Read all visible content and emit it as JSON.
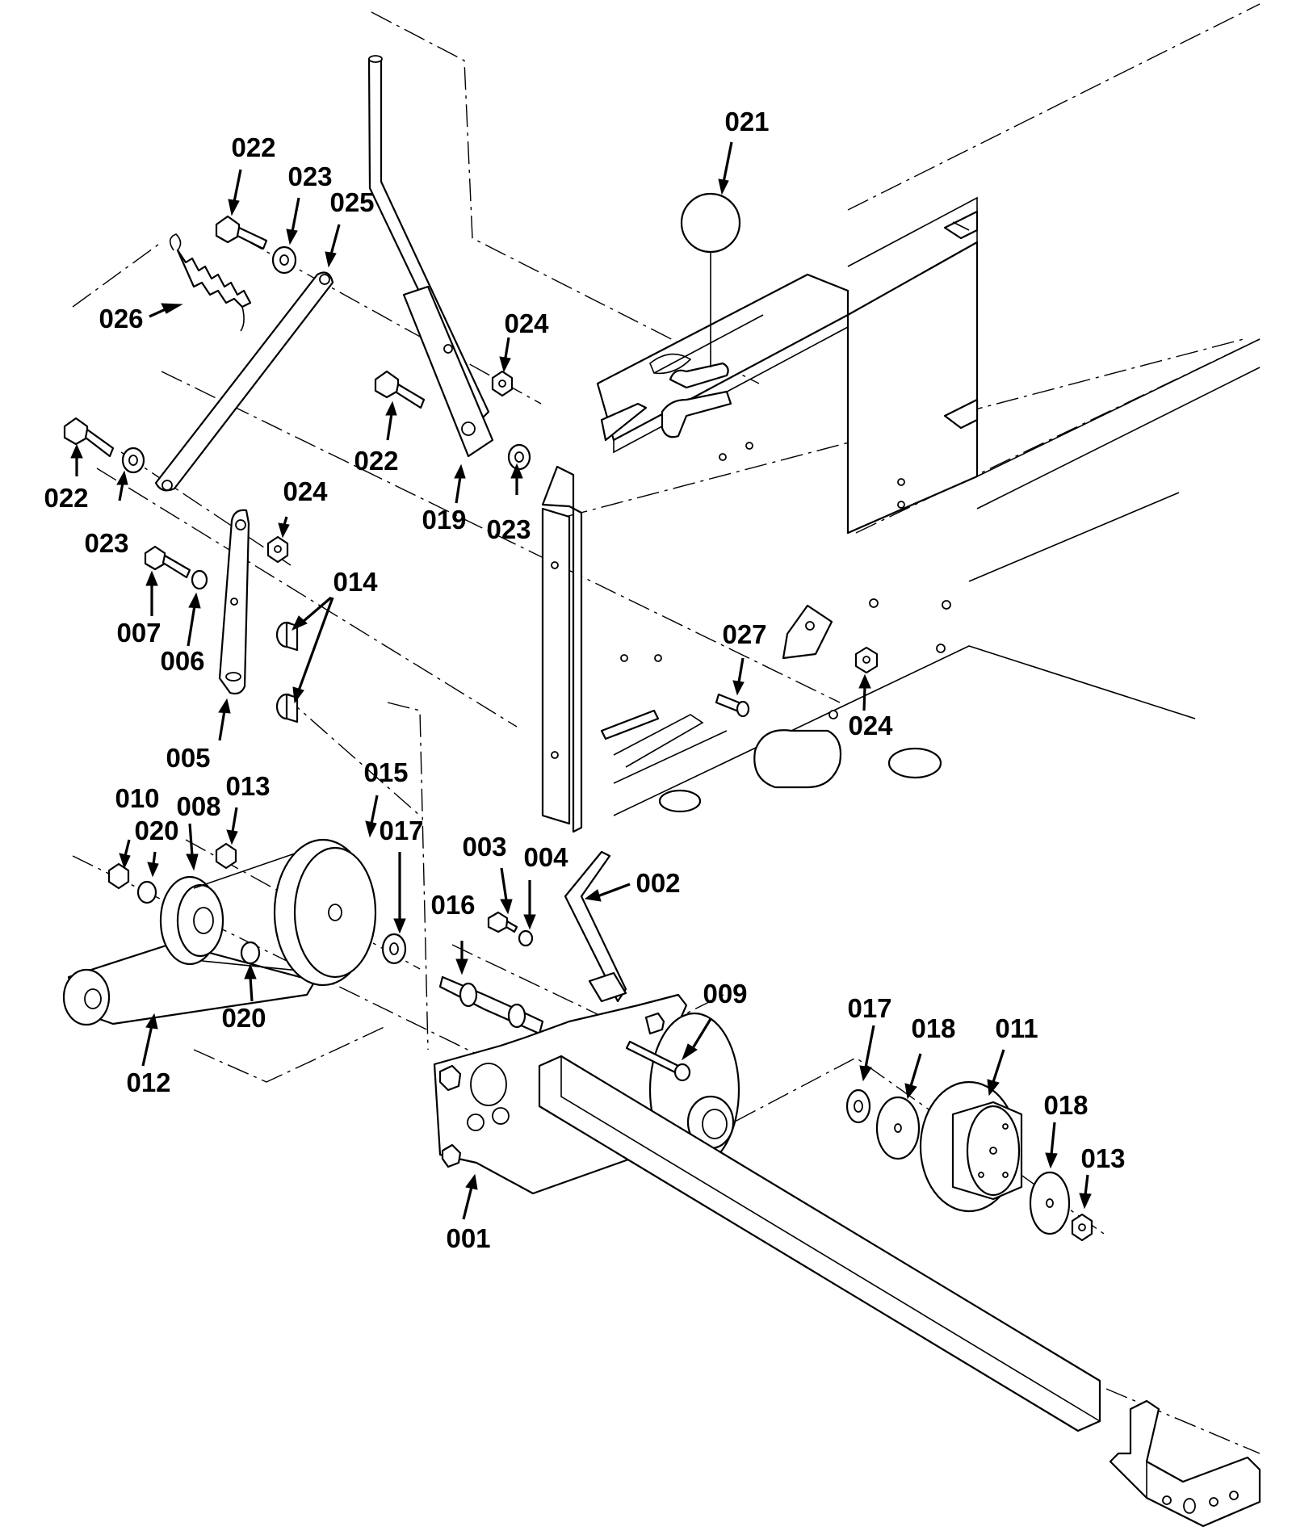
{
  "callouts": [
    {
      "id": "c021",
      "label": "021"
    },
    {
      "id": "c022a",
      "label": "022"
    },
    {
      "id": "c023a",
      "label": "023"
    },
    {
      "id": "c025",
      "label": "025"
    },
    {
      "id": "c026",
      "label": "026"
    },
    {
      "id": "c024a",
      "label": "024"
    },
    {
      "id": "c022b",
      "label": "022"
    },
    {
      "id": "c022c",
      "label": "022"
    },
    {
      "id": "c023b",
      "label": "023"
    },
    {
      "id": "c019",
      "label": "019"
    },
    {
      "id": "c023c",
      "label": "023"
    },
    {
      "id": "c024b",
      "label": "024"
    },
    {
      "id": "c014",
      "label": "014"
    },
    {
      "id": "c007",
      "label": "007"
    },
    {
      "id": "c006",
      "label": "006"
    },
    {
      "id": "c027",
      "label": "027"
    },
    {
      "id": "c024c",
      "label": "024"
    },
    {
      "id": "c005",
      "label": "005"
    },
    {
      "id": "c015",
      "label": "015"
    },
    {
      "id": "c010",
      "label": "010"
    },
    {
      "id": "c008",
      "label": "008"
    },
    {
      "id": "c013a",
      "label": "013"
    },
    {
      "id": "c020a",
      "label": "020"
    },
    {
      "id": "c017a",
      "label": "017"
    },
    {
      "id": "c003",
      "label": "003"
    },
    {
      "id": "c004",
      "label": "004"
    },
    {
      "id": "c002",
      "label": "002"
    },
    {
      "id": "c016",
      "label": "016"
    },
    {
      "id": "c009",
      "label": "009"
    },
    {
      "id": "c020b",
      "label": "020"
    },
    {
      "id": "c012",
      "label": "012"
    },
    {
      "id": "c017b",
      "label": "017"
    },
    {
      "id": "c018a",
      "label": "018"
    },
    {
      "id": "c011",
      "label": "011"
    },
    {
      "id": "c018b",
      "label": "018"
    },
    {
      "id": "c013b",
      "label": "013"
    },
    {
      "id": "c001",
      "label": "001"
    }
  ]
}
